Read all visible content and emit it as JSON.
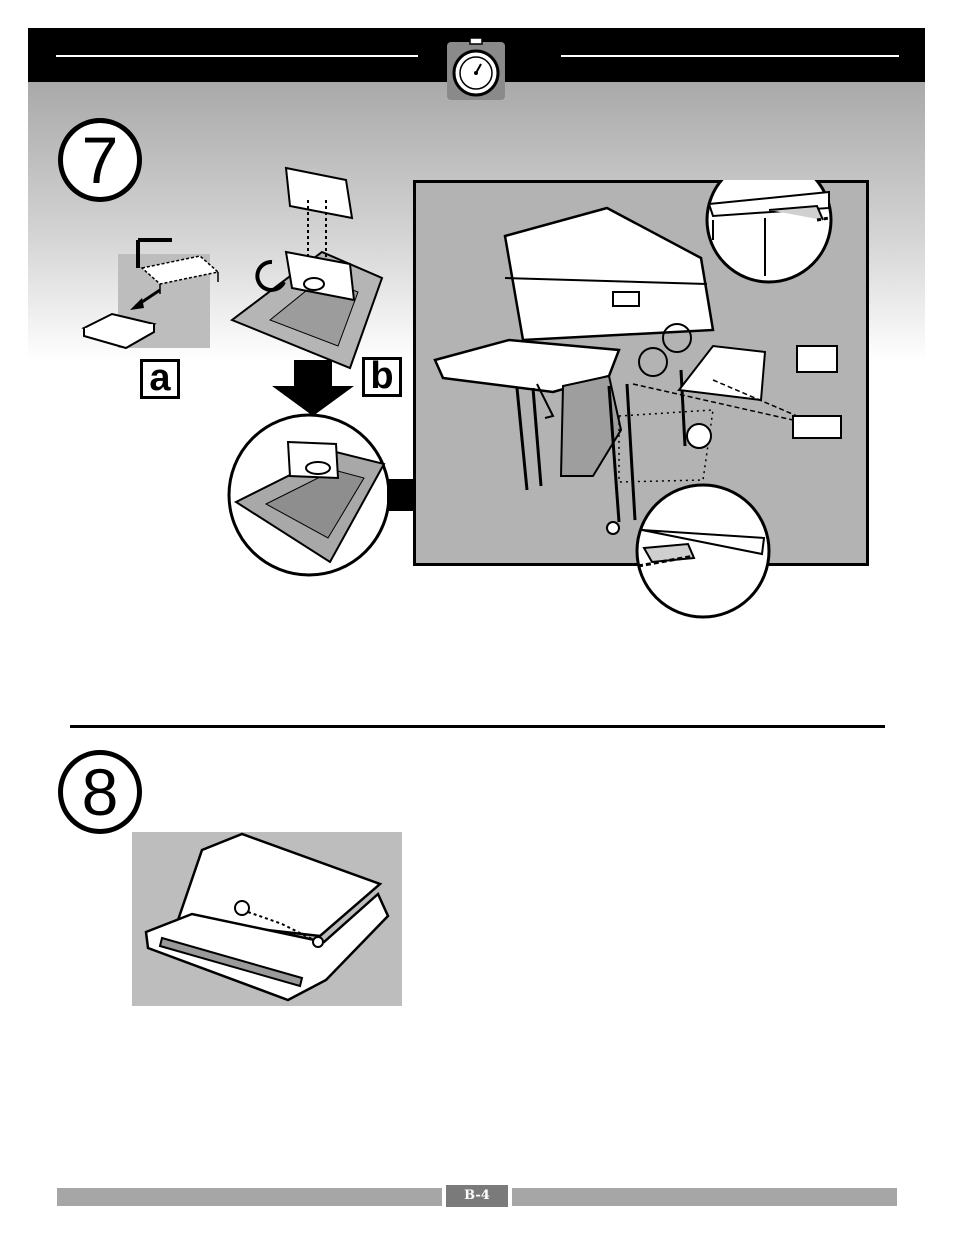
{
  "header": {
    "icon": "stopwatch-icon"
  },
  "step7": {
    "number": "7",
    "label_a": "a",
    "label_b": "b"
  },
  "step8": {
    "number": "8"
  },
  "footer": {
    "page_number": "B-4"
  }
}
